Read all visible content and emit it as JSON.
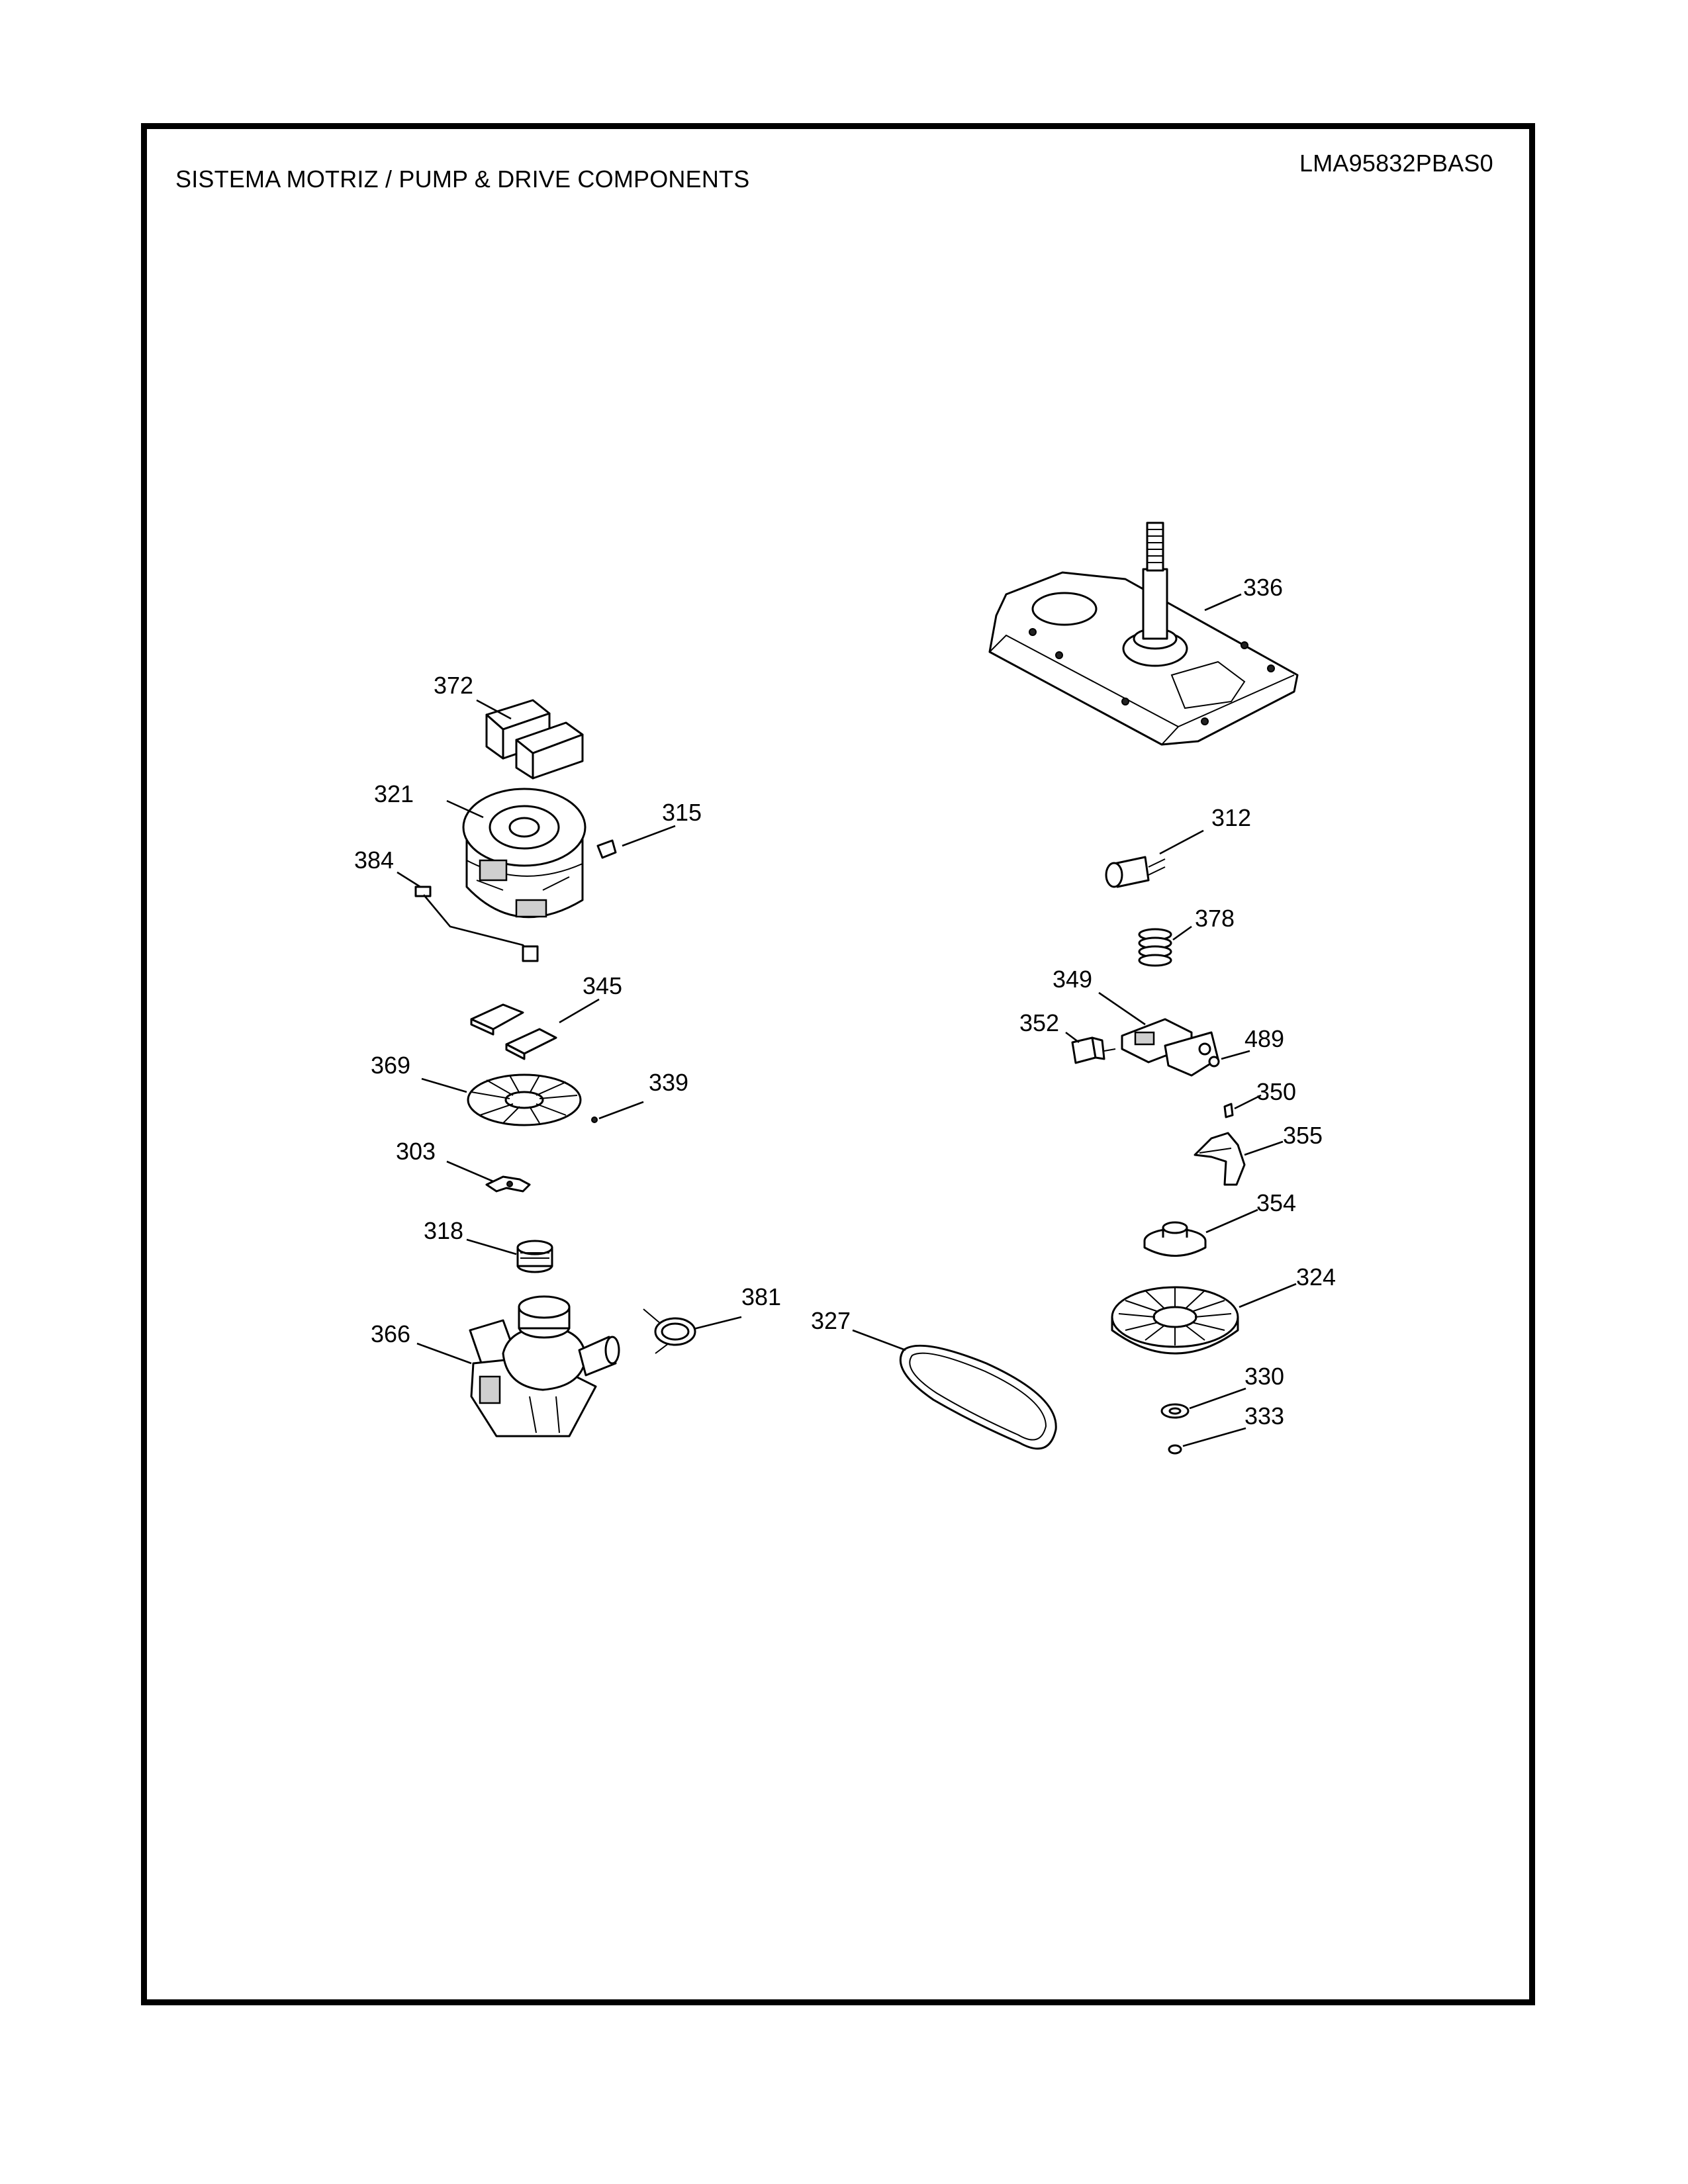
{
  "header": {
    "title": "SISTEMA MOTRIZ / PUMP  &  DRIVE COMPONENTS",
    "model": "LMA95832PBAS0"
  },
  "callouts": {
    "c336": "336",
    "c372": "372",
    "c321": "321",
    "c315": "315",
    "c384": "384",
    "c312": "312",
    "c378": "378",
    "c345": "345",
    "c349": "349",
    "c352": "352",
    "c489": "489",
    "c369": "369",
    "c339": "339",
    "c350": "350",
    "c355": "355",
    "c303": "303",
    "c354": "354",
    "c318": "318",
    "c324": "324",
    "c381": "381",
    "c327": "327",
    "c366": "366",
    "c330": "330",
    "c333": "333"
  }
}
